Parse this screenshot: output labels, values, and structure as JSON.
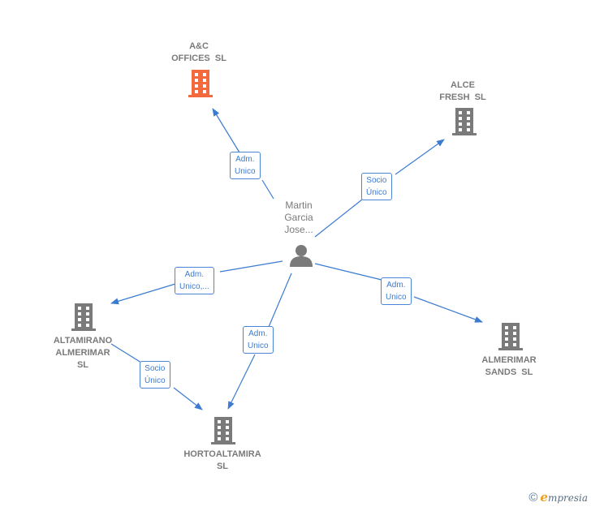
{
  "colors": {
    "edge": "#3b7bd1",
    "company": "#7a7a7a",
    "company_highlight": "#f26a3d",
    "person": "#7a7a7a"
  },
  "person": {
    "name": "Martin\nGarcia\nJose...",
    "icon": "person-icon"
  },
  "companies": [
    {
      "id": "ac",
      "name": "A&C\nOFFICES  SL",
      "highlight": true,
      "icon": "building-icon"
    },
    {
      "id": "alce",
      "name": "ALCE\nFRESH  SL",
      "highlight": false,
      "icon": "building-icon"
    },
    {
      "id": "altamirano",
      "name": "ALTAMIRANO\nALMERIMAR\nSL",
      "highlight": false,
      "icon": "building-icon"
    },
    {
      "id": "almerimar",
      "name": "ALMERIMAR\nSANDS  SL",
      "highlight": false,
      "icon": "building-icon"
    },
    {
      "id": "hortoaltamira",
      "name": "HORTOALTAMIRA\nSL",
      "highlight": false,
      "icon": "building-icon"
    }
  ],
  "relations": [
    {
      "from": "person",
      "to": "ac",
      "label": "Adm.\nUnico"
    },
    {
      "from": "person",
      "to": "alce",
      "label": "Socio\nÚnico"
    },
    {
      "from": "person",
      "to": "altamirano",
      "label": "Adm.\nUnico,..."
    },
    {
      "from": "person",
      "to": "almerimar",
      "label": "Adm.\nUnico"
    },
    {
      "from": "person",
      "to": "hortoaltamira",
      "label": "Adm.\nUnico"
    },
    {
      "from": "altamirano",
      "to": "hortoaltamira",
      "label": "Socio\nÚnico"
    }
  ],
  "footer": {
    "copyright": "©",
    "brand_initial": "e",
    "brand_rest": "mpresia"
  }
}
